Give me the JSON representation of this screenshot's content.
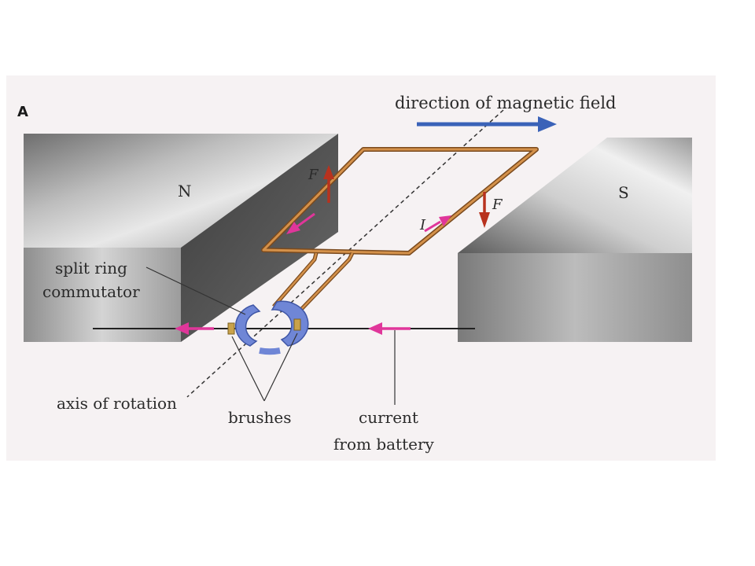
{
  "figure": {
    "panel_label": "A",
    "field_label": "direction of magnetic field",
    "north_label": "N",
    "south_label": "S",
    "force_label_left": "F",
    "force_label_right": "F",
    "current_label": "I",
    "commutator_label_line1": "split ring",
    "commutator_label_line2": "commutator",
    "axis_label": "axis of rotation",
    "brushes_label": "brushes",
    "battery_label_line1": "current",
    "battery_label_line2": "from battery"
  },
  "colors": {
    "magnetic_field_arrow": "#3a62b8",
    "current_arrow": "#e0369a",
    "force_arrow": "#b8321e",
    "coil": "#c8843e",
    "commutator": "#6f86d6",
    "brush": "#c9a24a",
    "background_panel": "#f6f2f3"
  }
}
